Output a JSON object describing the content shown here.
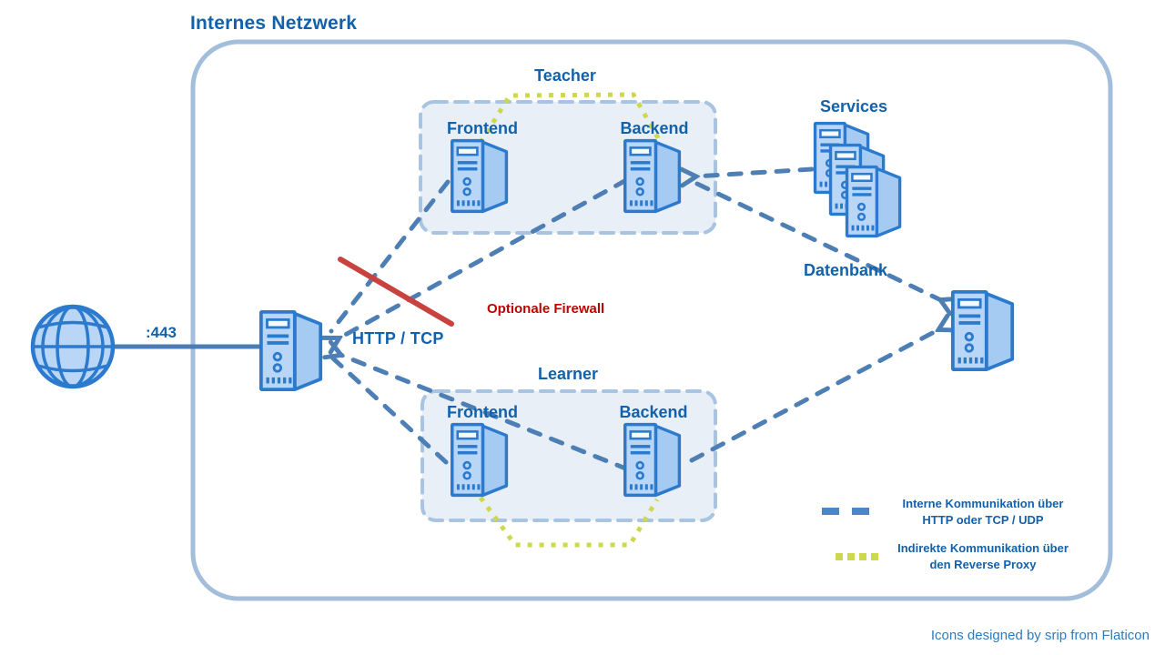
{
  "title": "Internes Netzwerk",
  "external": {
    "port_label": ":443",
    "protocol_label": "HTTP / TCP"
  },
  "firewall": {
    "label": "Optionale Firewall"
  },
  "groups": {
    "teacher": {
      "label": "Teacher",
      "frontend": "Frontend",
      "backend": "Backend"
    },
    "learner": {
      "label": "Learner",
      "frontend": "Frontend",
      "backend": "Backend"
    }
  },
  "nodes": {
    "services": "Services",
    "database": "Datenbank"
  },
  "legend": {
    "dashed": {
      "line1": "Interne Kommunikation über",
      "line2": "HTTP oder TCP / UDP"
    },
    "dotted": {
      "line1": "Indirekte Kommunikation über",
      "line2": "den Reverse Proxy"
    }
  },
  "footer": "Icons designed by srip from Flaticon",
  "colors": {
    "label_blue": "#1161ab",
    "footer_blue": "#2e7bbf",
    "connection_dash_blue": "#4d7fb5",
    "solid_link_blue": "#4a7db8",
    "boundary_border": "#a3bedb",
    "group_box_border": "#a9c4e0",
    "group_box_fill": "#e9eff7",
    "icon_stroke": "#2b7ace",
    "icon_fill_front": "#b9d6f7",
    "icon_fill_side": "#a5cbf3",
    "firewall_red_line": "#c8433f",
    "firewall_red_text": "#c00000",
    "reverse_proxy_dotted_yellow": "#ccd84e"
  }
}
